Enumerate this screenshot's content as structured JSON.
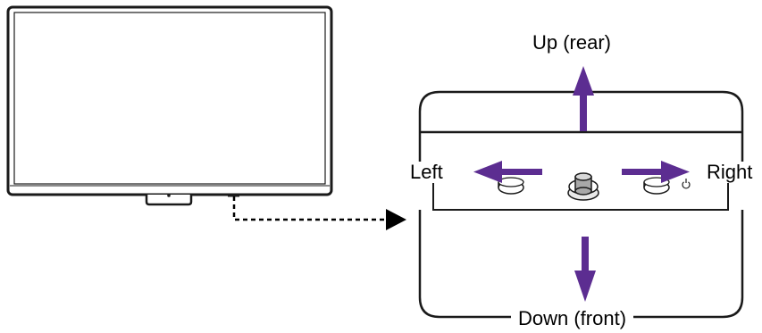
{
  "labels": {
    "up": "Up (rear)",
    "left": "Left",
    "right": "Right",
    "down": "Down (front)"
  },
  "colors": {
    "arrow": "#5c2d91",
    "outline": "#1a1a1a",
    "connector": "#000000"
  },
  "icons": {
    "power": "power-icon",
    "joystick": "joystick-control-icon",
    "dashed_connector": "dashed-pointer-arrow"
  }
}
